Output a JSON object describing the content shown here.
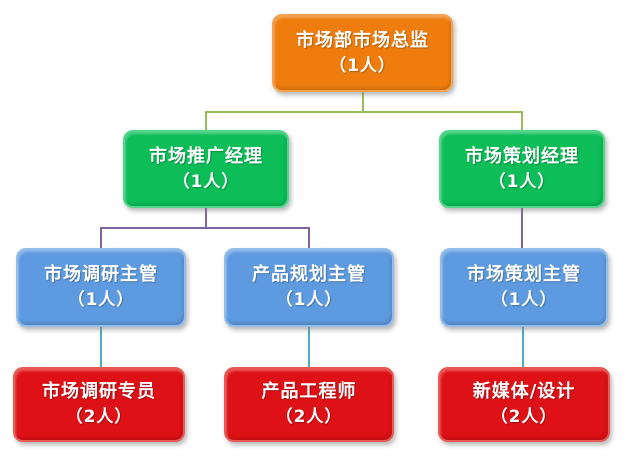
{
  "nodes": [
    {
      "id": "marketing-director",
      "title": "市场部市场总监",
      "count": "（1人）",
      "level": 1,
      "color": "#ee7d0d"
    },
    {
      "id": "promotion-manager",
      "title": "市场推广经理",
      "count": "（1人）",
      "level": 2,
      "color": "#0cbd58"
    },
    {
      "id": "planning-manager",
      "title": "市场策划经理",
      "count": "（1人）",
      "level": 2,
      "color": "#0cbd58"
    },
    {
      "id": "market-research-supervisor",
      "title": "市场调研主管",
      "count": "（1人）",
      "level": 3,
      "color": "#5e9adf"
    },
    {
      "id": "product-planning-supervisor",
      "title": "产品规划主管",
      "count": "（1人）",
      "level": 3,
      "color": "#5e9adf"
    },
    {
      "id": "market-planning-supervisor",
      "title": "市场策划主管",
      "count": "（1人）",
      "level": 3,
      "color": "#5e9adf"
    },
    {
      "id": "market-research-specialist",
      "title": "市场调研专员",
      "count": "（2人）",
      "level": 4,
      "color": "#dd1116"
    },
    {
      "id": "product-engineer",
      "title": "产品工程师",
      "count": "（2人）",
      "level": 4,
      "color": "#dd1116"
    },
    {
      "id": "new-media-design",
      "title": "新媒体/设计",
      "count": "（2人）",
      "level": 4,
      "color": "#dd1116"
    }
  ],
  "connectors": {
    "level1_color": "#9cba5a",
    "level2_color": "#8064a2",
    "level3_color": "#45b0cb"
  },
  "background_color": "#ffffff",
  "text_color": "#ffffff"
}
